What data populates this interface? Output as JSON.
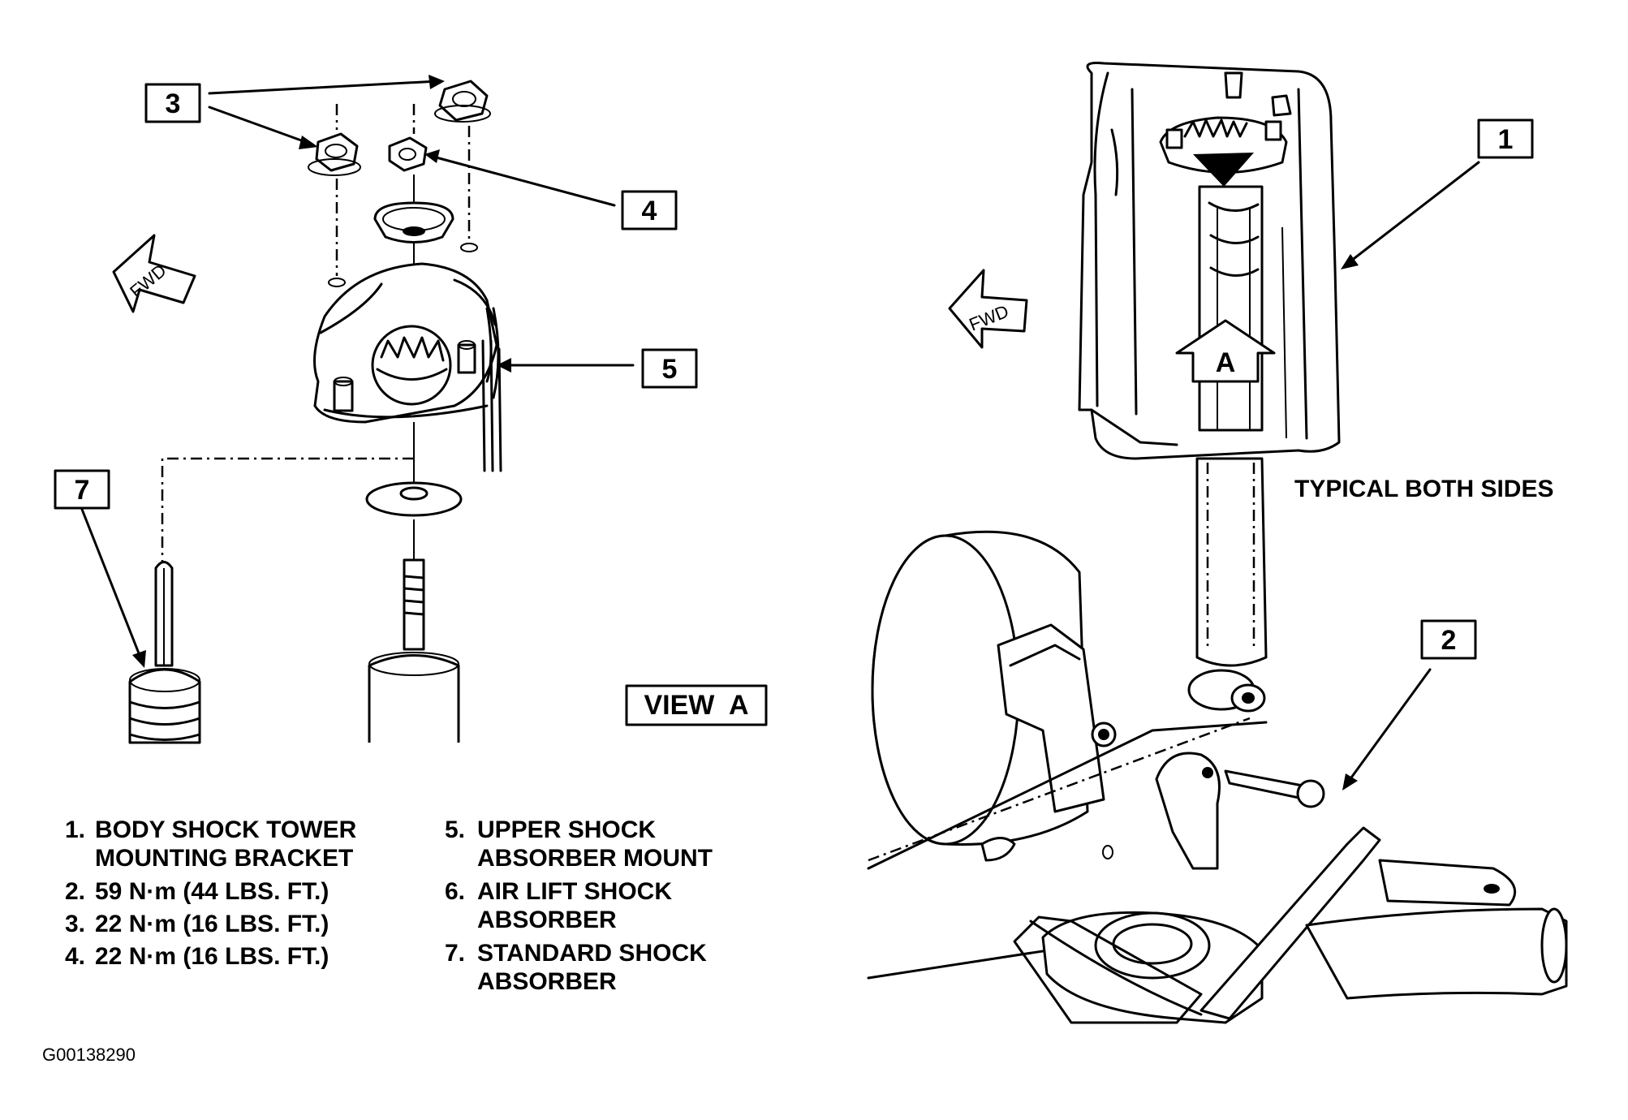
{
  "callouts": {
    "c1": "1",
    "c2": "2",
    "c3": "3",
    "c4": "4",
    "c5": "5",
    "c7": "7",
    "view_a_label": "VIEW  A",
    "view_arrow_letter": "A"
  },
  "fwd_label": "FWD",
  "typical_note": "TYPICAL BOTH SIDES",
  "legend": {
    "left": [
      {
        "num": "1.",
        "lines": [
          "BODY SHOCK TOWER",
          "MOUNTING BRACKET"
        ]
      },
      {
        "num": "2.",
        "lines": [
          "59 N·m (44 LBS. FT.)"
        ]
      },
      {
        "num": "3.",
        "lines": [
          "22 N·m (16 LBS. FT.)"
        ]
      },
      {
        "num": "4.",
        "lines": [
          "22 N·m (16 LBS. FT.)"
        ]
      }
    ],
    "right": [
      {
        "num": "5.",
        "lines": [
          "UPPER SHOCK",
          "ABSORBER MOUNT"
        ]
      },
      {
        "num": "6.",
        "lines": [
          "AIR LIFT SHOCK",
          "ABSORBER"
        ]
      },
      {
        "num": "7.",
        "lines": [
          "STANDARD SHOCK",
          "ABSORBER"
        ]
      }
    ]
  },
  "figure_code": "G00138290"
}
